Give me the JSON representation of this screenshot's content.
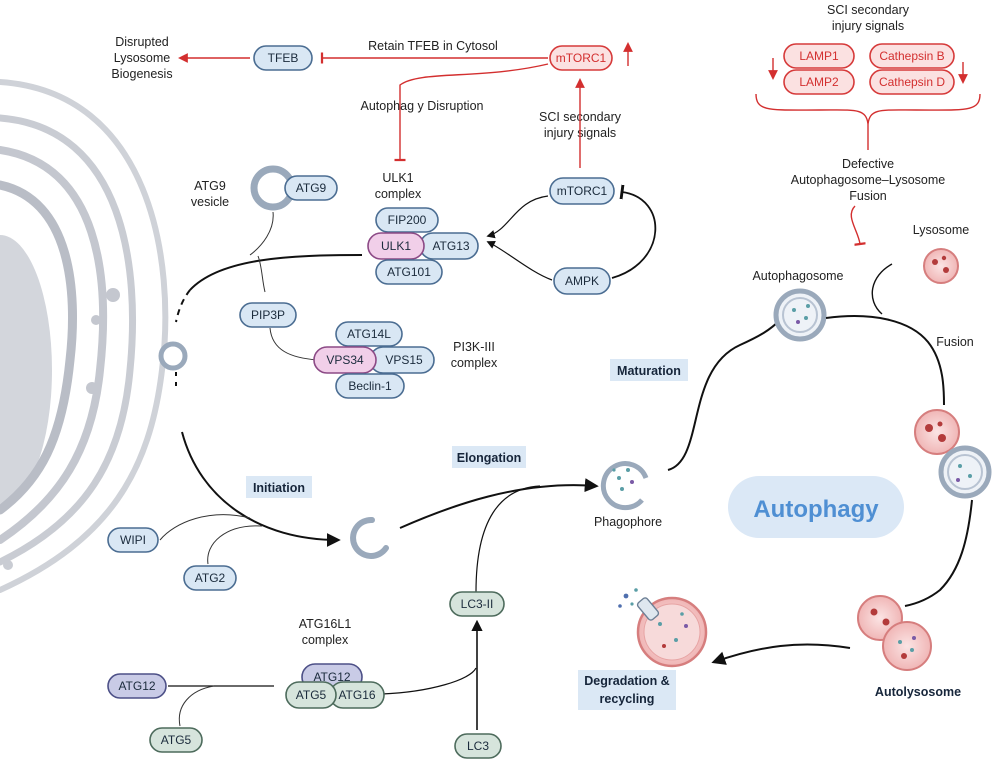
{
  "title": "Autophagy",
  "stages": {
    "initiation": "Initiation",
    "elongation": "Elongation",
    "maturation": "Maturation",
    "degradation_line1": "Degradation &",
    "degradation_line2": "recycling"
  },
  "structures": {
    "atg9_vesicle_line1": "ATG9",
    "atg9_vesicle_line2": "vesicle",
    "phagophore": "Phagophore",
    "autophagosome": "Autophagosome",
    "lysosome": "Lysosome",
    "fusion": "Fusion",
    "autolysosome": "Autolysosome"
  },
  "complexes": {
    "ulk1_line1": "ULK1",
    "ulk1_line2": "complex",
    "pi3k_line1": "PI3K-III",
    "pi3k_line2": "complex",
    "atg16l1_line1": "ATG16L1",
    "atg16l1_line2": "complex"
  },
  "proteins": {
    "tfeb": "TFEB",
    "mtorc1_red": "mTORC1",
    "mtorc1": "mTORC1",
    "ampk": "AMPK",
    "atg9": "ATG9",
    "fip200": "FIP200",
    "ulk1": "ULK1",
    "atg13": "ATG13",
    "atg101": "ATG101",
    "pip3p": "PIP3P",
    "atg14l": "ATG14L",
    "vps34": "VPS34",
    "vps15": "VPS15",
    "beclin1": "Beclin-1",
    "wipi": "WIPI",
    "atg2": "ATG2",
    "lc3ii": "LC3-II",
    "lc3": "LC3",
    "atg12_left": "ATG12",
    "atg5_left": "ATG5",
    "atg12_complex": "ATG12",
    "atg5_complex": "ATG5",
    "atg16_complex": "ATG16",
    "lamp1": "LAMP1",
    "lamp2": "LAMP2",
    "cathepsin_b": "Cathepsin B",
    "cathepsin_d": "Cathepsin D"
  },
  "annotations": {
    "disrupted_line1": "Disrupted",
    "disrupted_line2": "Lysosome",
    "disrupted_line3": "Biogenesis",
    "retain_tfeb": "Retain TFEB in Cytosol",
    "autophagy_disruption": "Autophag y Disruption",
    "sci_mid_line1": "SCI secondary",
    "sci_mid_line2": "injury signals",
    "sci_top_line1": "SCI secondary",
    "sci_top_line2": "injury signals",
    "defective_line1": "Defective",
    "defective_line2": "Autophagosome–Lysosome",
    "defective_line3": "Fusion"
  },
  "colors": {
    "signal_red": "#d32f2f",
    "pill_blue": "#d9e7f4",
    "pill_pink": "#f1cfe9",
    "pill_green": "#d6e4dc",
    "stage_box": "#dbe8f5",
    "autophagy_text": "#4f8fd3"
  }
}
